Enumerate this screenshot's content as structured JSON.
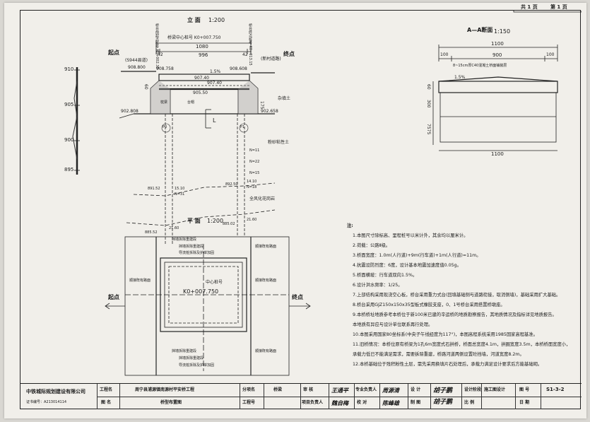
{
  "header": {
    "pages_total": "共 1 页",
    "page_current": "第 1 页"
  },
  "elevation": {
    "title": "立  面",
    "scale": "1:200",
    "left_abutment_station": "桥台前起点桩号 K0+002.35",
    "center_station": "桥梁中心桩号 K0+007.750",
    "right_abutment_station": "桥台终点桩号 K0+013.15",
    "dim_total": "1080",
    "dim_left": "42",
    "dim_span": "996",
    "dim_right": "42",
    "start_label": "起点",
    "start_road": "(S944县道)",
    "end_label": "终点",
    "end_road": "(新村道路)",
    "elev_left_road": "908.800",
    "elev_left_deck": "908.758",
    "elev_right_deck": "908.608",
    "slope": "1.5%",
    "elev_a": "907.40",
    "elev_b": "907.40",
    "elev_c": "905.50",
    "dim_60": "60",
    "dim_175": "175",
    "label_left_pier": "枕梁",
    "label_right_pier": "台帽",
    "soil1": "杂填土",
    "elev_left_ground": "902.808",
    "elev_right_ground": "902.658",
    "pile_left": "P0",
    "pile_right": "P1",
    "dim_l": "L",
    "soil2": "粉砂粘性土",
    "n1": "N=11",
    "n2": "N=22",
    "n3": "N=15",
    "elev_ll1": "891.52",
    "lv1": "15.10",
    "n_l1": "N=31",
    "elev_rl1": "892.50",
    "rv1": "14.10",
    "n_r1": "N=18",
    "soil3": "全风化花岗岩",
    "elev_bottom_l": "885.52",
    "depth_l": "21.60",
    "elev_bottom_r": "885.02",
    "depth_r": "21.60",
    "elev_scale": [
      "910",
      "905",
      "900",
      "895"
    ]
  },
  "section": {
    "title": "A—A断面",
    "scale": "1:150",
    "dim_total": "1100",
    "dim_left": "100",
    "dim_mid": "900",
    "dim_right": "100",
    "deck_note": "8~15cm厚C40混凝土桥面铺装层",
    "slope": "1.5%",
    "dim_60": "60",
    "dim_300": "300",
    "dim_7575": "7575",
    "dim_bottom": "1100"
  },
  "plan": {
    "title": "平  面",
    "scale": "1:200",
    "center_label": "中心桩号",
    "center_station": "K0+007.750",
    "label_lt1": "挡墙拆除重建段",
    "label_lt2": "挡墙拆除重建段",
    "label_lt3": "导流桩拆除及护岸加固",
    "label_lb1": "挡墙拆除重建段",
    "label_lb2": "挡墙拆除重建段",
    "label_lb3": "导流桩拆除及护岸加固",
    "label_rt": "顺接既有路面",
    "label_rm": "顺接既有路面",
    "label_lm": "顺接既有路面",
    "label_rb": "顺接既有路面",
    "start_label": "起点",
    "end_label": "终点"
  },
  "notes": {
    "heading": "注:",
    "items": [
      "1.本图尺寸除标高、里程桩号以米计外，其余均以厘米计。",
      "2.荷载：公路Ⅱ级。",
      "3.桥面宽度：1.0m(人行道)+9m(行车道)+1m(人行道)=11m。",
      "4.抗震设防烈度：6度，设计基本地震加速度值0.05g。",
      "5.桥面横坡：行车道双向1.5%。",
      "6.设计洪水频率：1/25。",
      "7.上部结构采用现浇空心板，桥台采用重力式台(回填基础侧与道路衔接，取消侧墙)，基础采用扩大基础。",
      "8.桥台采用GJZ150x150x35型板式橡胶支座，0、1号桥台采用搭置桥墩座。",
      "9.本桥桥址地质参考本桥位于新100米已建的辛运桥的地质勘察报告，其地质情况及指标详见地质报告。",
      "   本地质有异应与设计单位联系再行处理。",
      "10.本图采用国家80坐标系(中央子午线经度为117°)，本图高程系统采用1985国家高程基准。",
      "11.旧桥情况：本桥位原有桥梁为1孔6m宽度式石拱桥，桥面总宽度4.1m，拱圈宽度3.5m，本桥桥面宽度小，",
      "   承载力低已不能满足需求，需要拆除重建，桥路河道两侧设置砼挡墙，河道宽度8.2m。",
      "12.本桥基础位于残积粉性土层，需先采用换填片石处理后，承载力满足设计要求后方能基础砌。"
    ]
  },
  "title_block": {
    "company": "中铁城际规划建设有限公司",
    "cert": "证书编号：A213014114",
    "project_label": "工程名",
    "project_name": "周宁县浦源镇南源村平安桥工程",
    "item_label": "分项名",
    "item_name": "桥梁",
    "drawing_label": "图  名",
    "drawing_name": "桥型布置图",
    "worknum_label": "工程号",
    "review_label": "审    核",
    "review_sig": "王通平",
    "prof_label": "专业负责人",
    "prof_sig": "周源清",
    "design_label": "设    计",
    "design_sig": "胡子鹏",
    "stage_label": "设计阶段",
    "stage_value": "施工图设计",
    "fig_label": "图    号",
    "fig_value": "S1-3-2",
    "pm_label": "项目负责人",
    "pm_sig": "魏自梅",
    "check_label": "校    对",
    "check_sig": "陈峰雄",
    "draw_label": "制    图",
    "draw_sig": "胡子鹏",
    "ratio_label": "比    例",
    "date_label": "日    期"
  }
}
